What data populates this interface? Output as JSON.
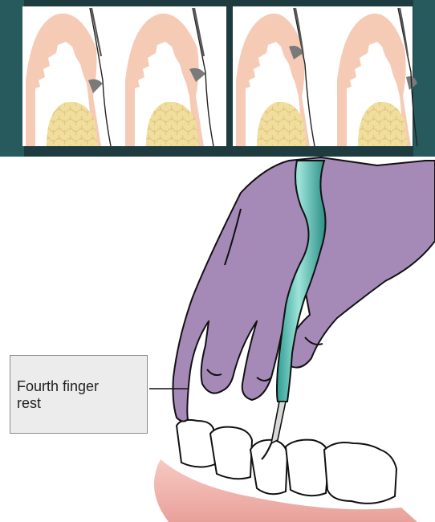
{
  "label": {
    "text_line1": "Fourth finger",
    "text_line2": "rest"
  },
  "colors": {
    "background_band": "#1e3b3f",
    "gingiva": "#f6cbb6",
    "bone": "#f1dd9c",
    "glove": "#a58ab8",
    "instrument": "#6ccfc3",
    "gum": "#f4b8b0",
    "label_box": "#ececec"
  },
  "icons": [
    "finger-rest-diagram",
    "curette-instrument",
    "tooth-cross-section"
  ]
}
